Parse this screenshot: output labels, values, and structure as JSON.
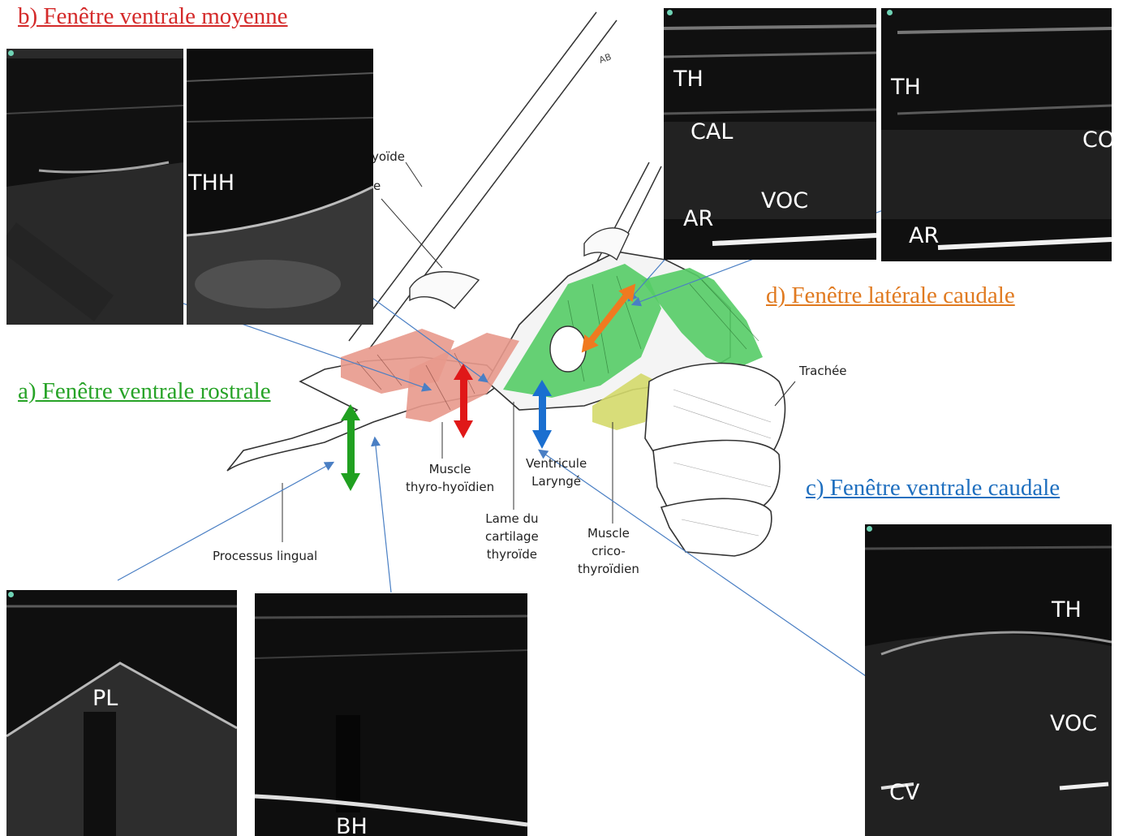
{
  "windows": {
    "a": {
      "label": "a) Fenêtre ventrale rostrale",
      "color": "#27a327"
    },
    "b": {
      "label": "b) Fenêtre ventrale moyenne",
      "color": "#d42a2a"
    },
    "c": {
      "label": "c) Fenêtre ventrale caudale",
      "color": "#1f6fbf"
    },
    "d": {
      "label": "d) Fenêtre latérale caudale",
      "color": "#e07a20"
    }
  },
  "ultrasound": {
    "b_left": {
      "labels": []
    },
    "b_right": {
      "labels": [
        "THH"
      ]
    },
    "d_left": {
      "labels": [
        "TH",
        "CAL",
        "AR",
        "VOC"
      ]
    },
    "d_right": {
      "labels": [
        "TH",
        "CO",
        "AR"
      ]
    },
    "a_left": {
      "labels": [
        "PL"
      ]
    },
    "a_right": {
      "labels": [
        "BH"
      ]
    },
    "c": {
      "labels": [
        "TH",
        "VOC",
        "CV"
      ]
    }
  },
  "anatomy": {
    "processus_lingual": "Processus lingual",
    "muscle_thyro_hyoidien": [
      "Muscle",
      "thyro-hyoïdien"
    ],
    "lame_cartilage": [
      "Lame du",
      "cartilage",
      "thyroïde"
    ],
    "ventricule": [
      "Ventricule",
      "Laryngé"
    ],
    "muscle_crico": [
      "Muscle",
      "crico-",
      "thyroïdien"
    ],
    "trachee": "Trachée",
    "hyoide_fragment": "yoïde",
    "e_fragment": "e"
  },
  "colors": {
    "muscle_red": "#e8998c",
    "muscle_green": "#55cc66",
    "muscle_yellow": "#d4d96a",
    "arrow_red": "#e01818",
    "arrow_green": "#20a020",
    "arrow_blue": "#1a6fd0",
    "arrow_orange": "#f07a20",
    "pointer_line": "#4a7fc4"
  }
}
